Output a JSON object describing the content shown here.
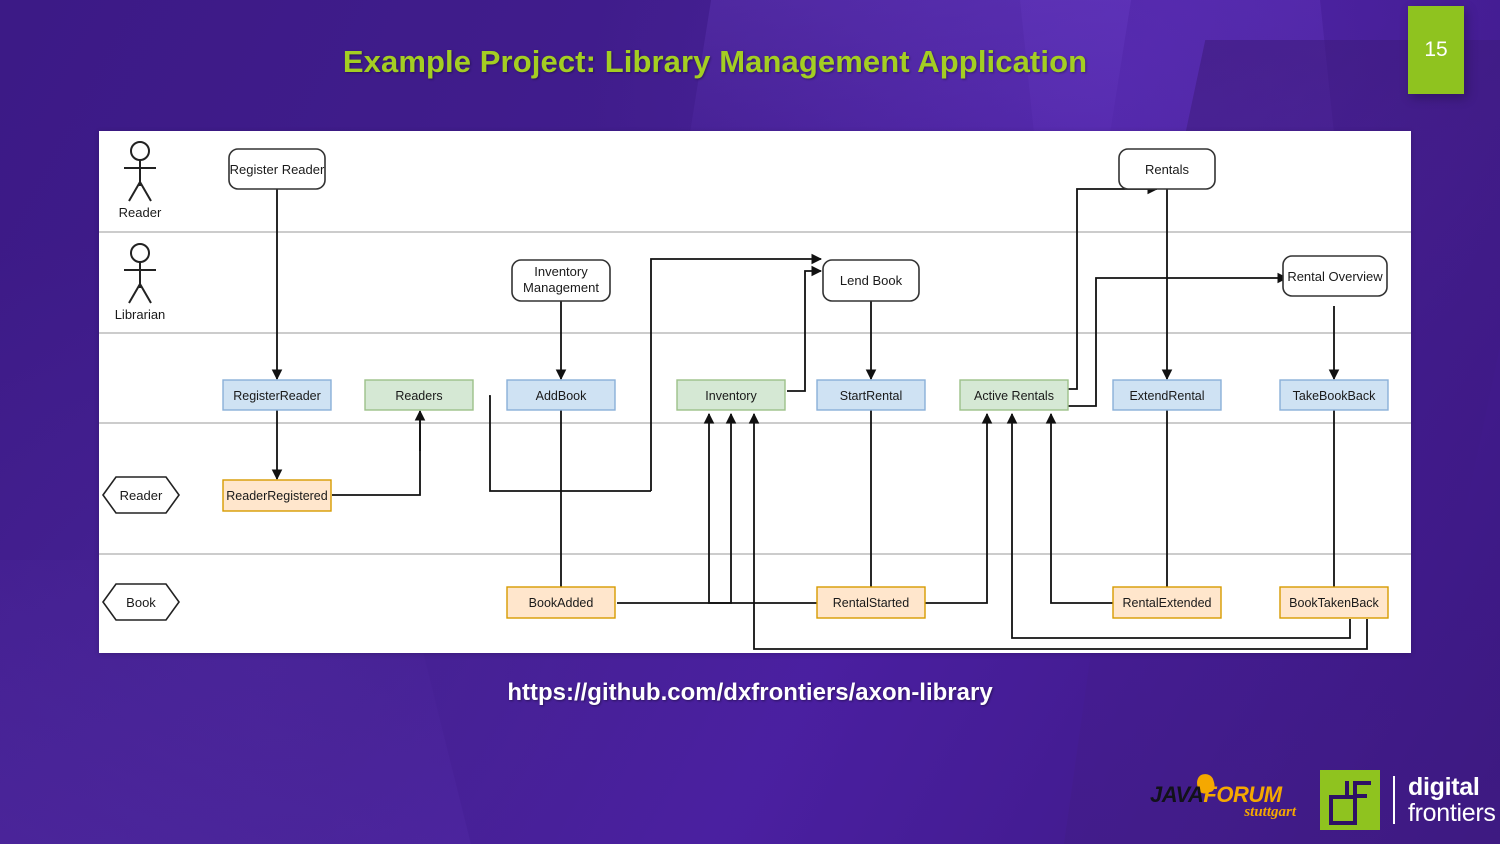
{
  "slide": {
    "title": "Example Project: Library Management Application",
    "page_number": "15",
    "url": "https://github.com/dxfrontiers/axon-library",
    "title_color": "#a4ce22",
    "background_color": "#3c1a86",
    "badge_color": "#8fc31f"
  },
  "diagram": {
    "type": "event-storming-board",
    "lanes": [
      {
        "id": "lane-reader-actor",
        "label": "Reader",
        "shape": "actor"
      },
      {
        "id": "lane-librarian-actor",
        "label": "Librarian",
        "shape": "actor"
      },
      {
        "id": "lane-commands",
        "label": "",
        "shape": "none"
      },
      {
        "id": "lane-reader-aggregate",
        "label": "Reader",
        "shape": "hexagon"
      },
      {
        "id": "lane-book-aggregate",
        "label": "Book",
        "shape": "hexagon"
      }
    ],
    "colors": {
      "command": "#cfe2f3",
      "command_border": "#8ab0d8",
      "read_model": "#d5e8d4",
      "read_model_border": "#9cc189",
      "event": "#ffe6cc",
      "event_border": "#d79b00",
      "ui": "#ffffff",
      "ui_border": "#333333",
      "lane_divider": "#cccccc"
    },
    "nodes": [
      {
        "id": "ui-register-reader",
        "label": "Register Reader",
        "kind": "ui"
      },
      {
        "id": "ui-inventory-mgmt",
        "label": "Inventory Management",
        "kind": "ui"
      },
      {
        "id": "ui-lend-book",
        "label": "Lend Book",
        "kind": "ui"
      },
      {
        "id": "ui-rentals",
        "label": "Rentals",
        "kind": "ui"
      },
      {
        "id": "ui-rental-overview",
        "label": "Rental Overview",
        "kind": "ui"
      },
      {
        "id": "cmd-register-reader",
        "label": "RegisterReader",
        "kind": "command"
      },
      {
        "id": "rm-readers",
        "label": "Readers",
        "kind": "read-model"
      },
      {
        "id": "cmd-add-book",
        "label": "AddBook",
        "kind": "command"
      },
      {
        "id": "rm-inventory",
        "label": "Inventory",
        "kind": "read-model"
      },
      {
        "id": "cmd-start-rental",
        "label": "StartRental",
        "kind": "command"
      },
      {
        "id": "rm-active-rentals",
        "label": "Active Rentals",
        "kind": "read-model"
      },
      {
        "id": "cmd-extend-rental",
        "label": "ExtendRental",
        "kind": "command"
      },
      {
        "id": "cmd-take-book-back",
        "label": "TakeBookBack",
        "kind": "command"
      },
      {
        "id": "evt-reader-registered",
        "label": "ReaderRegistered",
        "kind": "event"
      },
      {
        "id": "evt-book-added",
        "label": "BookAdded",
        "kind": "event"
      },
      {
        "id": "evt-rental-started",
        "label": "RentalStarted",
        "kind": "event"
      },
      {
        "id": "evt-rental-extended",
        "label": "RentalExtended",
        "kind": "event"
      },
      {
        "id": "evt-book-taken-back",
        "label": "BookTakenBack",
        "kind": "event"
      }
    ],
    "edges": [
      {
        "from": "ui-register-reader",
        "to": "cmd-register-reader"
      },
      {
        "from": "cmd-register-reader",
        "to": "evt-reader-registered"
      },
      {
        "from": "evt-reader-registered",
        "to": "rm-readers"
      },
      {
        "from": "ui-inventory-mgmt",
        "to": "cmd-add-book"
      },
      {
        "from": "cmd-add-book",
        "to": "evt-book-added"
      },
      {
        "from": "evt-book-added",
        "to": "rm-inventory"
      },
      {
        "from": "rm-readers",
        "to": "ui-lend-book"
      },
      {
        "from": "rm-inventory",
        "to": "ui-lend-book"
      },
      {
        "from": "ui-lend-book",
        "to": "cmd-start-rental"
      },
      {
        "from": "cmd-start-rental",
        "to": "evt-rental-started"
      },
      {
        "from": "evt-rental-started",
        "to": "rm-inventory"
      },
      {
        "from": "evt-rental-started",
        "to": "rm-active-rentals"
      },
      {
        "from": "rm-active-rentals",
        "to": "ui-rentals"
      },
      {
        "from": "rm-active-rentals",
        "to": "ui-rental-overview"
      },
      {
        "from": "ui-rentals",
        "to": "cmd-extend-rental"
      },
      {
        "from": "cmd-extend-rental",
        "to": "evt-rental-extended"
      },
      {
        "from": "evt-rental-extended",
        "to": "rm-active-rentals"
      },
      {
        "from": "ui-rental-overview",
        "to": "cmd-take-book-back"
      },
      {
        "from": "cmd-take-book-back",
        "to": "evt-book-taken-back"
      },
      {
        "from": "evt-book-taken-back",
        "to": "rm-active-rentals"
      },
      {
        "from": "evt-book-taken-back",
        "to": "rm-inventory"
      }
    ]
  },
  "footer": {
    "javaforum": {
      "java": "JAVA",
      "forum": "FORUM",
      "stuttgart": "stuttgart"
    },
    "digital_frontiers": {
      "line1": "digital",
      "line2": "frontiers"
    }
  }
}
